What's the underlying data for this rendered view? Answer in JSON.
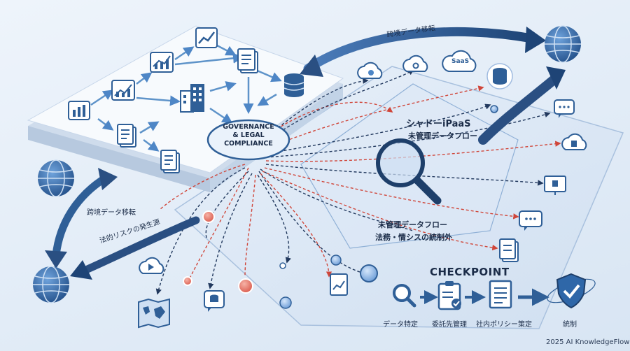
{
  "hub": {
    "line1": "GOVERNANCE",
    "line2": "& LEGAL",
    "line3": "COMPLIANCE"
  },
  "arrows": {
    "top_migration": "跨境データ移転",
    "left_migration": "跨境データ移転",
    "legal_risk": "法的リスクの発生源"
  },
  "shadow_ipaas": {
    "title": "シャドーiPaaS",
    "subtitle": "未管理データフロー"
  },
  "unmanaged": {
    "line1": "未管理データフロー",
    "line2": "法務・情シスの統制外"
  },
  "cloud_nodes": {
    "saas": "SaaS"
  },
  "checkpoint": {
    "title": "CHECKPOINT",
    "steps": [
      "データ特定",
      "委託先管理",
      "社内ポリシー策定",
      "統制"
    ]
  },
  "footer": "2025 AI KnowledgeFlow",
  "colors": {
    "primary": "#2f5f97",
    "arrow_dark": "#2a4f82",
    "dashed_red": "#d0463a",
    "dashed_navy": "#22395e",
    "platform_top": "#f6f9fd",
    "platform_side": "#cfdcec"
  }
}
